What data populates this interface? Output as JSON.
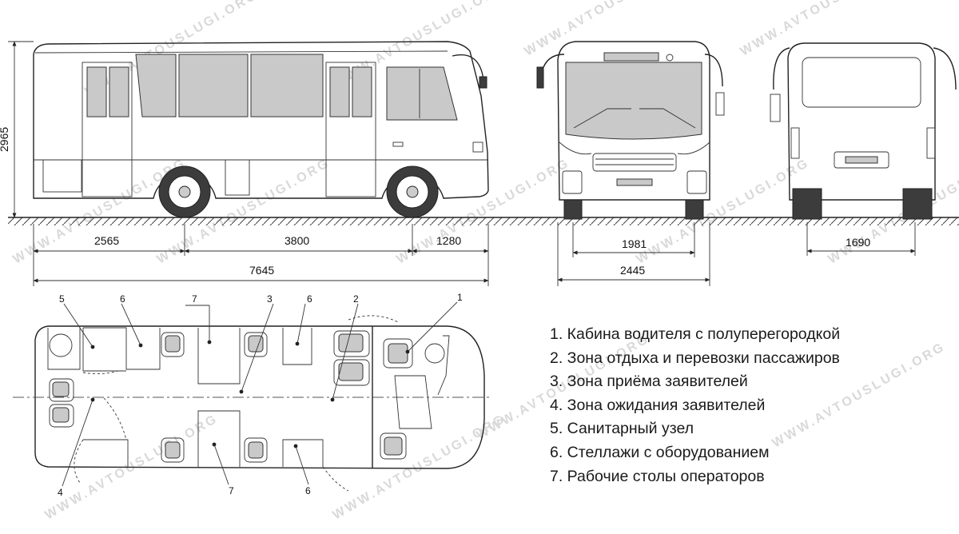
{
  "watermark": "WWW.AVTOUSLUGI.ORG",
  "dimensions": {
    "height": "2965",
    "front_overhang": "2565",
    "wheelbase": "3800",
    "rear_overhang": "1280",
    "overall_length": "7645",
    "front_track": "1981",
    "overall_width": "2445",
    "rear_track": "1690"
  },
  "plan_markers": {
    "top": [
      "5",
      "6",
      "7",
      "3",
      "6",
      "2",
      "1"
    ],
    "bottom": [
      "4",
      "7",
      "6"
    ]
  },
  "legend": [
    "1. Кабина водителя с полуперегородкой",
    "2. Зона отдыха и перевозки пассажиров",
    "3. Зона приёма заявителей",
    "4. Зона ожидания заявителей",
    "5. Санитарный узел",
    "6. Стеллажи с оборудованием",
    "7. Рабочие столы операторов"
  ],
  "colors": {
    "line": "#222222",
    "glass": "#c9c9c9",
    "tire": "#3c3c3c",
    "watermark": "#d9d9d9"
  }
}
